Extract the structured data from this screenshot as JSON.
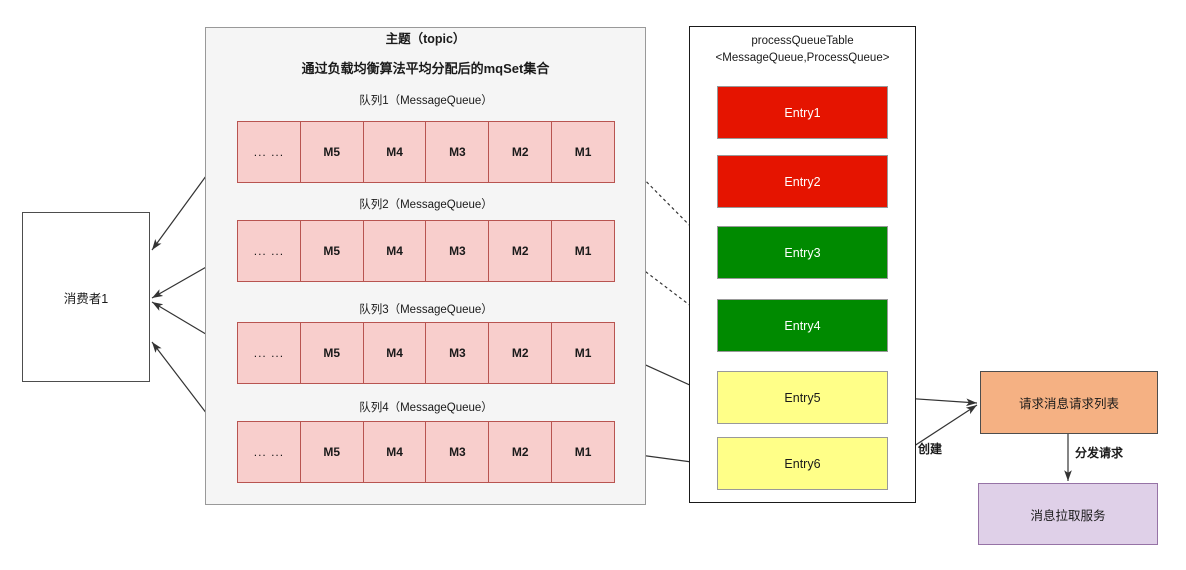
{
  "consumer": {
    "label": "消费者1"
  },
  "topic": {
    "title": "主题（topic）",
    "subtitle": "通过负载均衡算法平均分配后的mqSet集合",
    "queues": [
      {
        "label": "队列1（MessageQueue）",
        "cells": [
          "... ...",
          "M5",
          "M4",
          "M3",
          "M2",
          "M1"
        ]
      },
      {
        "label": "队列2（MessageQueue）",
        "cells": [
          "... ...",
          "M5",
          "M4",
          "M3",
          "M2",
          "M1"
        ]
      },
      {
        "label": "队列3（MessageQueue）",
        "cells": [
          "... ...",
          "M5",
          "M4",
          "M3",
          "M2",
          "M1"
        ]
      },
      {
        "label": "队列4（MessageQueue）",
        "cells": [
          "... ...",
          "M5",
          "M4",
          "M3",
          "M2",
          "M1"
        ]
      }
    ]
  },
  "process_queue_table": {
    "title_line1": "processQueueTable",
    "title_line2": "<MessageQueue,ProcessQueue>",
    "entries": [
      {
        "label": "Entry1",
        "color": "#e51400",
        "state": "red"
      },
      {
        "label": "Entry2",
        "color": "#e51400",
        "state": "red"
      },
      {
        "label": "Entry3",
        "color": "#008a00",
        "state": "green"
      },
      {
        "label": "Entry4",
        "color": "#008a00",
        "state": "green"
      },
      {
        "label": "Entry5",
        "color": "#ffff88",
        "state": "yellow"
      },
      {
        "label": "Entry6",
        "color": "#ffff88",
        "state": "yellow"
      }
    ]
  },
  "request_list": {
    "label": "请求消息请求列表",
    "color": "#f5b183"
  },
  "pull_service": {
    "label": "消息拉取服务",
    "color": "#dfd0e8"
  },
  "edges": {
    "create_label": "创建",
    "dispatch_label": "分发请求"
  }
}
